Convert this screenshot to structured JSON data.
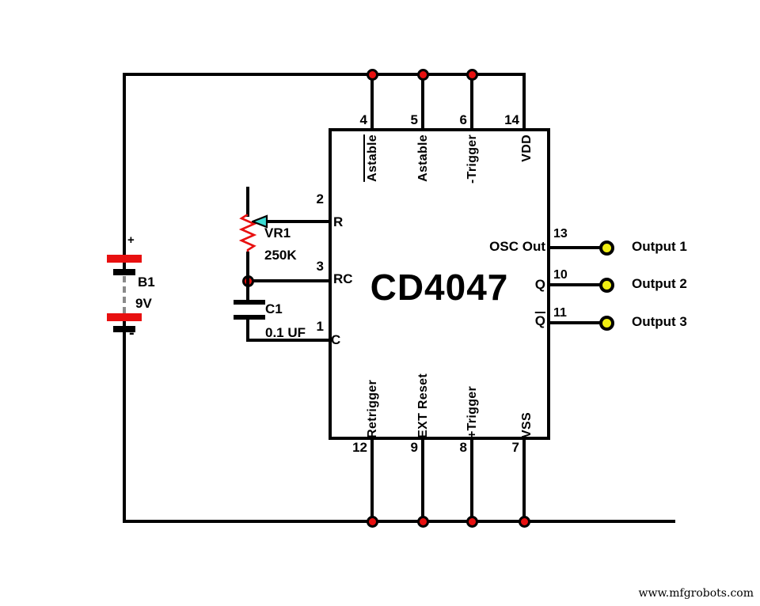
{
  "ic": {
    "name": "CD4047",
    "pins": {
      "top": [
        {
          "num": "4",
          "label": "Astable",
          "overline": true
        },
        {
          "num": "5",
          "label": "Astable",
          "overline": false
        },
        {
          "num": "6",
          "label": "-Trigger",
          "overline": false
        },
        {
          "num": "14",
          "label": "VDD",
          "overline": false
        }
      ],
      "bottom": [
        {
          "num": "12",
          "label": "Retrigger"
        },
        {
          "num": "9",
          "label": "EXT Reset"
        },
        {
          "num": "8",
          "label": "+Trigger"
        },
        {
          "num": "7",
          "label": "VSS"
        }
      ],
      "left": [
        {
          "num": "2",
          "label": "R"
        },
        {
          "num": "3",
          "label": "RC"
        },
        {
          "num": "1",
          "label": "C"
        }
      ],
      "right": [
        {
          "num": "13",
          "label": "OSC Out",
          "overline": false
        },
        {
          "num": "10",
          "label": "Q",
          "overline": false
        },
        {
          "num": "11",
          "label": "Q",
          "overline": true
        }
      ]
    }
  },
  "outputs": [
    {
      "label": "Output 1"
    },
    {
      "label": "Output 2"
    },
    {
      "label": "Output 3"
    }
  ],
  "components": {
    "battery": {
      "ref": "B1",
      "value": "9V",
      "positive": "+",
      "negative": "-"
    },
    "potentiometer": {
      "ref": "VR1",
      "value": "250K"
    },
    "capacitor": {
      "ref": "C1",
      "value": "0.1 UF"
    }
  },
  "watermark": "www.mfgrobots.com",
  "colors": {
    "wire": "#000000",
    "junction_red": "#e81010",
    "battery_red": "#e81010",
    "wiper_cyan": "#3cdcd4",
    "terminal_yellow": "#f0ee12",
    "battery_dash_gray": "#8a8a8a"
  }
}
